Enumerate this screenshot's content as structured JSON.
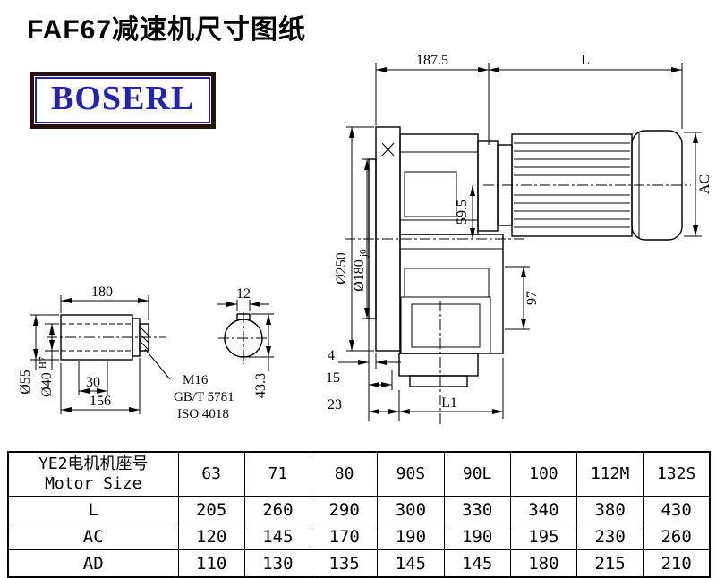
{
  "page": {
    "title": "FAF67减速机尺寸图纸",
    "brand": "BOSERL",
    "brand_color": "#2222bb",
    "brand_frame_color": "#241107"
  },
  "main_view": {
    "dim_187_5": "187.5",
    "dim_L": "L",
    "dim_AC": "AC",
    "dim_59_5": "59.5",
    "dim_97": "97",
    "dim_flange_od": "Ø250",
    "dim_spigot_d": "Ø180",
    "dim_spigot_tol": "j6",
    "dim_4": "4",
    "dim_15": "15",
    "dim_23": "23",
    "dim_L1": "L1"
  },
  "shaft_view": {
    "dim_180": "180",
    "dim_12": "12",
    "dim_d55": "Ø55",
    "dim_d40": "Ø40",
    "dim_d40_tol": "H7",
    "dim_30": "30",
    "dim_156": "156",
    "note_thread": "M16",
    "note_std1": "GB/T 5781",
    "note_std2": "ISO 4018",
    "dim_43_3": "43.3"
  },
  "table": {
    "header_line1": "YE2电机机座号",
    "header_line2": "Motor Size",
    "columns": [
      "63",
      "71",
      "80",
      "90S",
      "90L",
      "100",
      "112M",
      "132S"
    ],
    "rows": [
      {
        "label": "L",
        "values": [
          "205",
          "260",
          "290",
          "300",
          "330",
          "340",
          "380",
          "430"
        ]
      },
      {
        "label": "AC",
        "values": [
          "120",
          "145",
          "170",
          "190",
          "190",
          "195",
          "230",
          "260"
        ]
      },
      {
        "label": "AD",
        "values": [
          "110",
          "130",
          "135",
          "145",
          "145",
          "180",
          "215",
          "210"
        ]
      }
    ]
  }
}
